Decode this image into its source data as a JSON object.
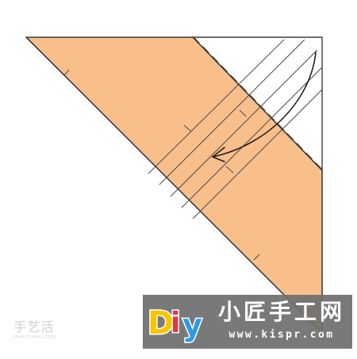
{
  "colors": {
    "paper": "#f9bf8b",
    "outline": "#3d3d3d",
    "crease": "#4a4a4a",
    "banner": "#6f6f6f",
    "logo_d": "#f7c600",
    "logo_i": "#e8343f",
    "logo_y": "#2d9be0"
  },
  "diagram": {
    "icons": [
      "fold-arrow-icon"
    ]
  },
  "watermark_left": {
    "cn": "手艺活",
    "url": "SHOUYIHUO.COM"
  },
  "banner": {
    "logo_letters": [
      "D",
      "i",
      "y"
    ],
    "title": "小匠手工网",
    "url": "www.kispr.com"
  }
}
